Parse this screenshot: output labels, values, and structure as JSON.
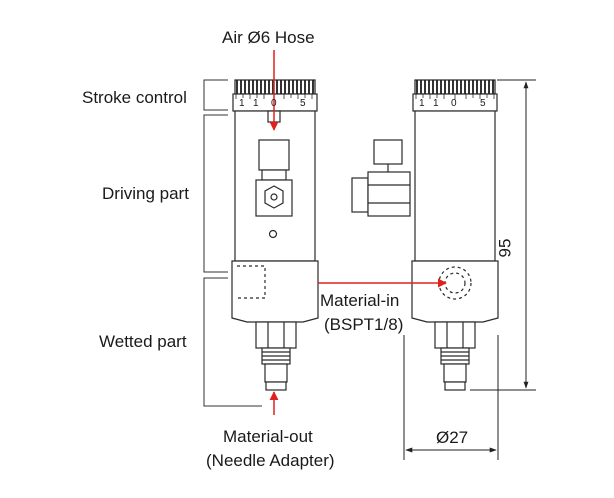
{
  "labels": {
    "air_hose": "Air Ø6 Hose",
    "stroke_control": "Stroke control",
    "driving_part": "Driving part",
    "wetted_part": "Wetted part",
    "material_in": "Material-in",
    "material_in_spec": "(BSPT1/8)",
    "material_out": "Material-out",
    "material_out_spec": "(Needle Adapter)",
    "height_dim": "95",
    "diameter_dim": "Ø27"
  },
  "dial": {
    "left_ticks": [
      "1",
      "1",
      "0",
      "5"
    ],
    "right_ticks": [
      "1",
      "1",
      "0",
      "5"
    ]
  },
  "colors": {
    "arrow": "#e0201c",
    "outline": "#2a2a2a",
    "knurl": "#333333"
  }
}
